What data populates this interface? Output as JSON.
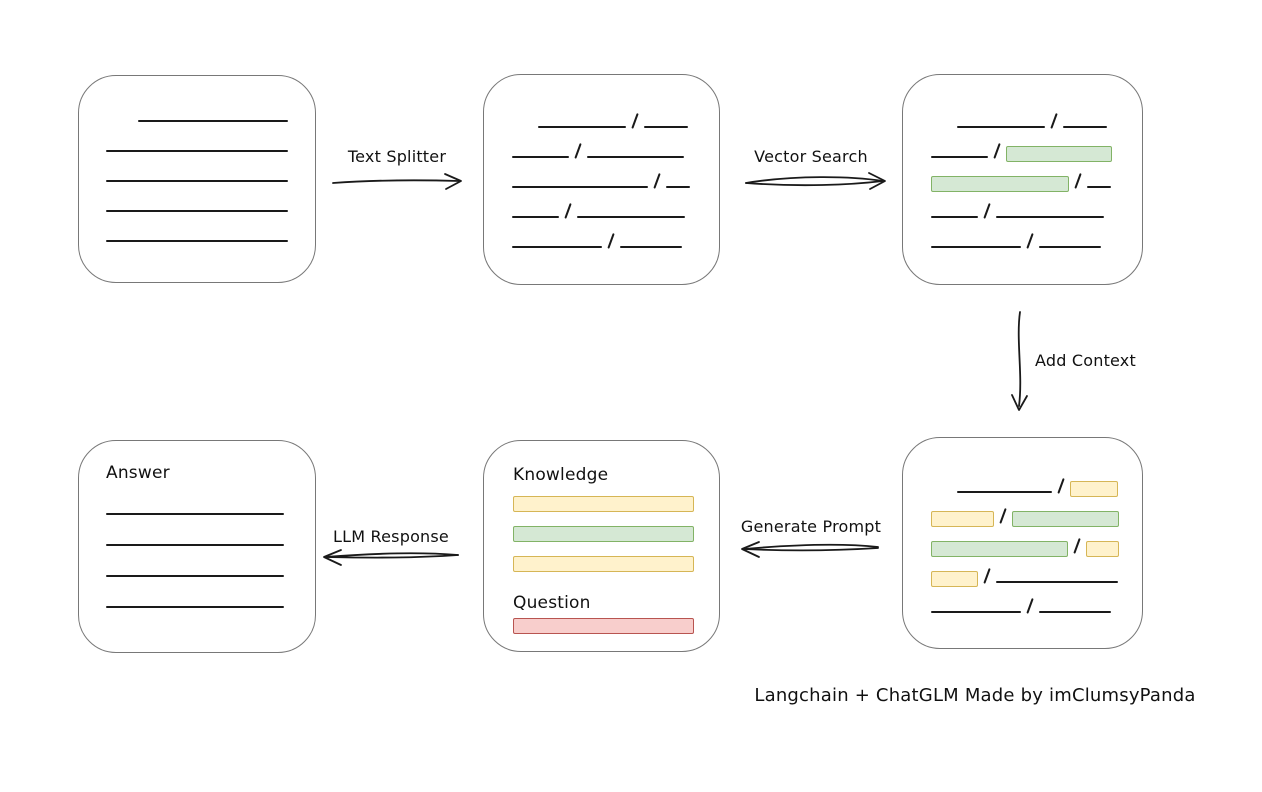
{
  "colors": {
    "ink": "#1a1a1a",
    "box_border": "#787878",
    "chunk_green_fill": "#d5e8d4",
    "chunk_green_border": "#82b366",
    "chunk_yellow_fill": "#fff2cc",
    "chunk_yellow_border": "#d6b656",
    "chunk_red_fill": "#f8cecc",
    "chunk_red_border": "#b85450"
  },
  "arrows": {
    "text_splitter": {
      "label": "Text Splitter"
    },
    "vector_search": {
      "label": "Vector Search"
    },
    "add_context": {
      "label": "Add Context"
    },
    "generate_prompt": {
      "label": "Generate Prompt"
    },
    "llm_response": {
      "label": "LLM Response"
    }
  },
  "caption": "Langchain + ChatGLM Made by imClumsyPanda",
  "nodes": {
    "document": {
      "rows": [
        [
          {
            "t": "gap",
            "w": 32
          },
          {
            "t": "line",
            "w": 150
          }
        ],
        [
          {
            "t": "line",
            "w": 182
          }
        ],
        [
          {
            "t": "line",
            "w": 182
          }
        ],
        [
          {
            "t": "line",
            "w": 182
          }
        ],
        [
          {
            "t": "line",
            "w": 182
          }
        ]
      ]
    },
    "chunks": {
      "rows": [
        [
          {
            "t": "gap",
            "w": 26
          },
          {
            "t": "line",
            "w": 88
          },
          {
            "t": "slash"
          },
          {
            "t": "line",
            "w": 44
          }
        ],
        [
          {
            "t": "line",
            "w": 57
          },
          {
            "t": "slash"
          },
          {
            "t": "line",
            "w": 97
          }
        ],
        [
          {
            "t": "line",
            "w": 136
          },
          {
            "t": "slash"
          },
          {
            "t": "line",
            "w": 24
          }
        ],
        [
          {
            "t": "line",
            "w": 47
          },
          {
            "t": "slash"
          },
          {
            "t": "line",
            "w": 108
          }
        ],
        [
          {
            "t": "line",
            "w": 90
          },
          {
            "t": "slash"
          },
          {
            "t": "line",
            "w": 62
          }
        ]
      ]
    },
    "retrieved": {
      "rows": [
        [
          {
            "t": "gap",
            "w": 26
          },
          {
            "t": "line",
            "w": 88
          },
          {
            "t": "slash"
          },
          {
            "t": "line",
            "w": 44
          }
        ],
        [
          {
            "t": "line",
            "w": 57
          },
          {
            "t": "slash"
          },
          {
            "t": "chunk",
            "color": "green",
            "w": 106
          }
        ],
        [
          {
            "t": "chunk",
            "color": "green",
            "w": 138
          },
          {
            "t": "slash"
          },
          {
            "t": "line",
            "w": 24
          }
        ],
        [
          {
            "t": "line",
            "w": 47
          },
          {
            "t": "slash"
          },
          {
            "t": "line",
            "w": 108
          }
        ],
        [
          {
            "t": "line",
            "w": 90
          },
          {
            "t": "slash"
          },
          {
            "t": "line",
            "w": 62
          }
        ]
      ]
    },
    "context": {
      "rows": [
        [
          {
            "t": "gap",
            "w": 26
          },
          {
            "t": "line",
            "w": 95
          },
          {
            "t": "slash"
          },
          {
            "t": "chunk",
            "color": "yellow",
            "w": 48
          }
        ],
        [
          {
            "t": "chunk",
            "color": "yellow",
            "w": 63
          },
          {
            "t": "slash"
          },
          {
            "t": "chunk",
            "color": "green",
            "w": 107
          }
        ],
        [
          {
            "t": "chunk",
            "color": "green",
            "w": 137
          },
          {
            "t": "slash"
          },
          {
            "t": "chunk",
            "color": "yellow",
            "w": 33
          }
        ],
        [
          {
            "t": "chunk",
            "color": "yellow",
            "w": 47
          },
          {
            "t": "slash"
          },
          {
            "t": "line",
            "w": 122
          }
        ],
        [
          {
            "t": "line",
            "w": 90
          },
          {
            "t": "slash"
          },
          {
            "t": "line",
            "w": 72
          }
        ]
      ]
    },
    "prompt": {
      "rows": [
        [
          {
            "t": "text",
            "v": "Knowledge"
          }
        ],
        [
          {
            "t": "chunk",
            "color": "yellow",
            "w": 181
          }
        ],
        [
          {
            "t": "chunk",
            "color": "green",
            "w": 181
          }
        ],
        [
          {
            "t": "chunk",
            "color": "yellow",
            "w": 181
          }
        ],
        [
          {
            "t": "text",
            "v": "Question"
          }
        ],
        [
          {
            "t": "chunk",
            "color": "red",
            "w": 181
          }
        ]
      ]
    },
    "answer": {
      "rows": [
        [
          {
            "t": "text",
            "v": "Answer"
          }
        ],
        [
          {
            "t": "line",
            "w": 178
          }
        ],
        [
          {
            "t": "line",
            "w": 178
          }
        ],
        [
          {
            "t": "line",
            "w": 178
          }
        ],
        [
          {
            "t": "line",
            "w": 178
          }
        ]
      ]
    }
  }
}
